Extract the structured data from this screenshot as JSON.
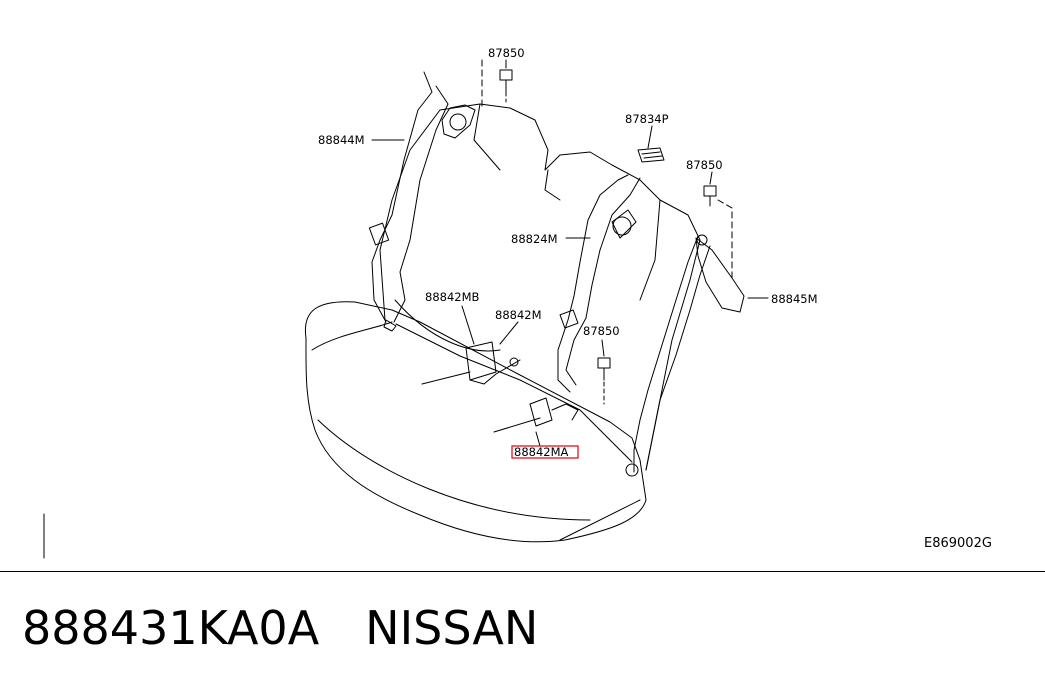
{
  "diagram": {
    "labels": {
      "bolt_top": "87850",
      "top_left_belt": "88844M",
      "bracket_p": "87834P",
      "bolt_right": "87850",
      "center_belt": "88824M",
      "right_belt": "88845M",
      "buckle_mb": "88842MB",
      "buckle_m": "88842M",
      "bolt_center": "87850",
      "buckle_ma": "88842MA"
    },
    "figure_code": "E869002G",
    "highlight_color": "#e0141e"
  },
  "footer": {
    "part_number": "888431KA0A",
    "brand": "NISSAN"
  }
}
